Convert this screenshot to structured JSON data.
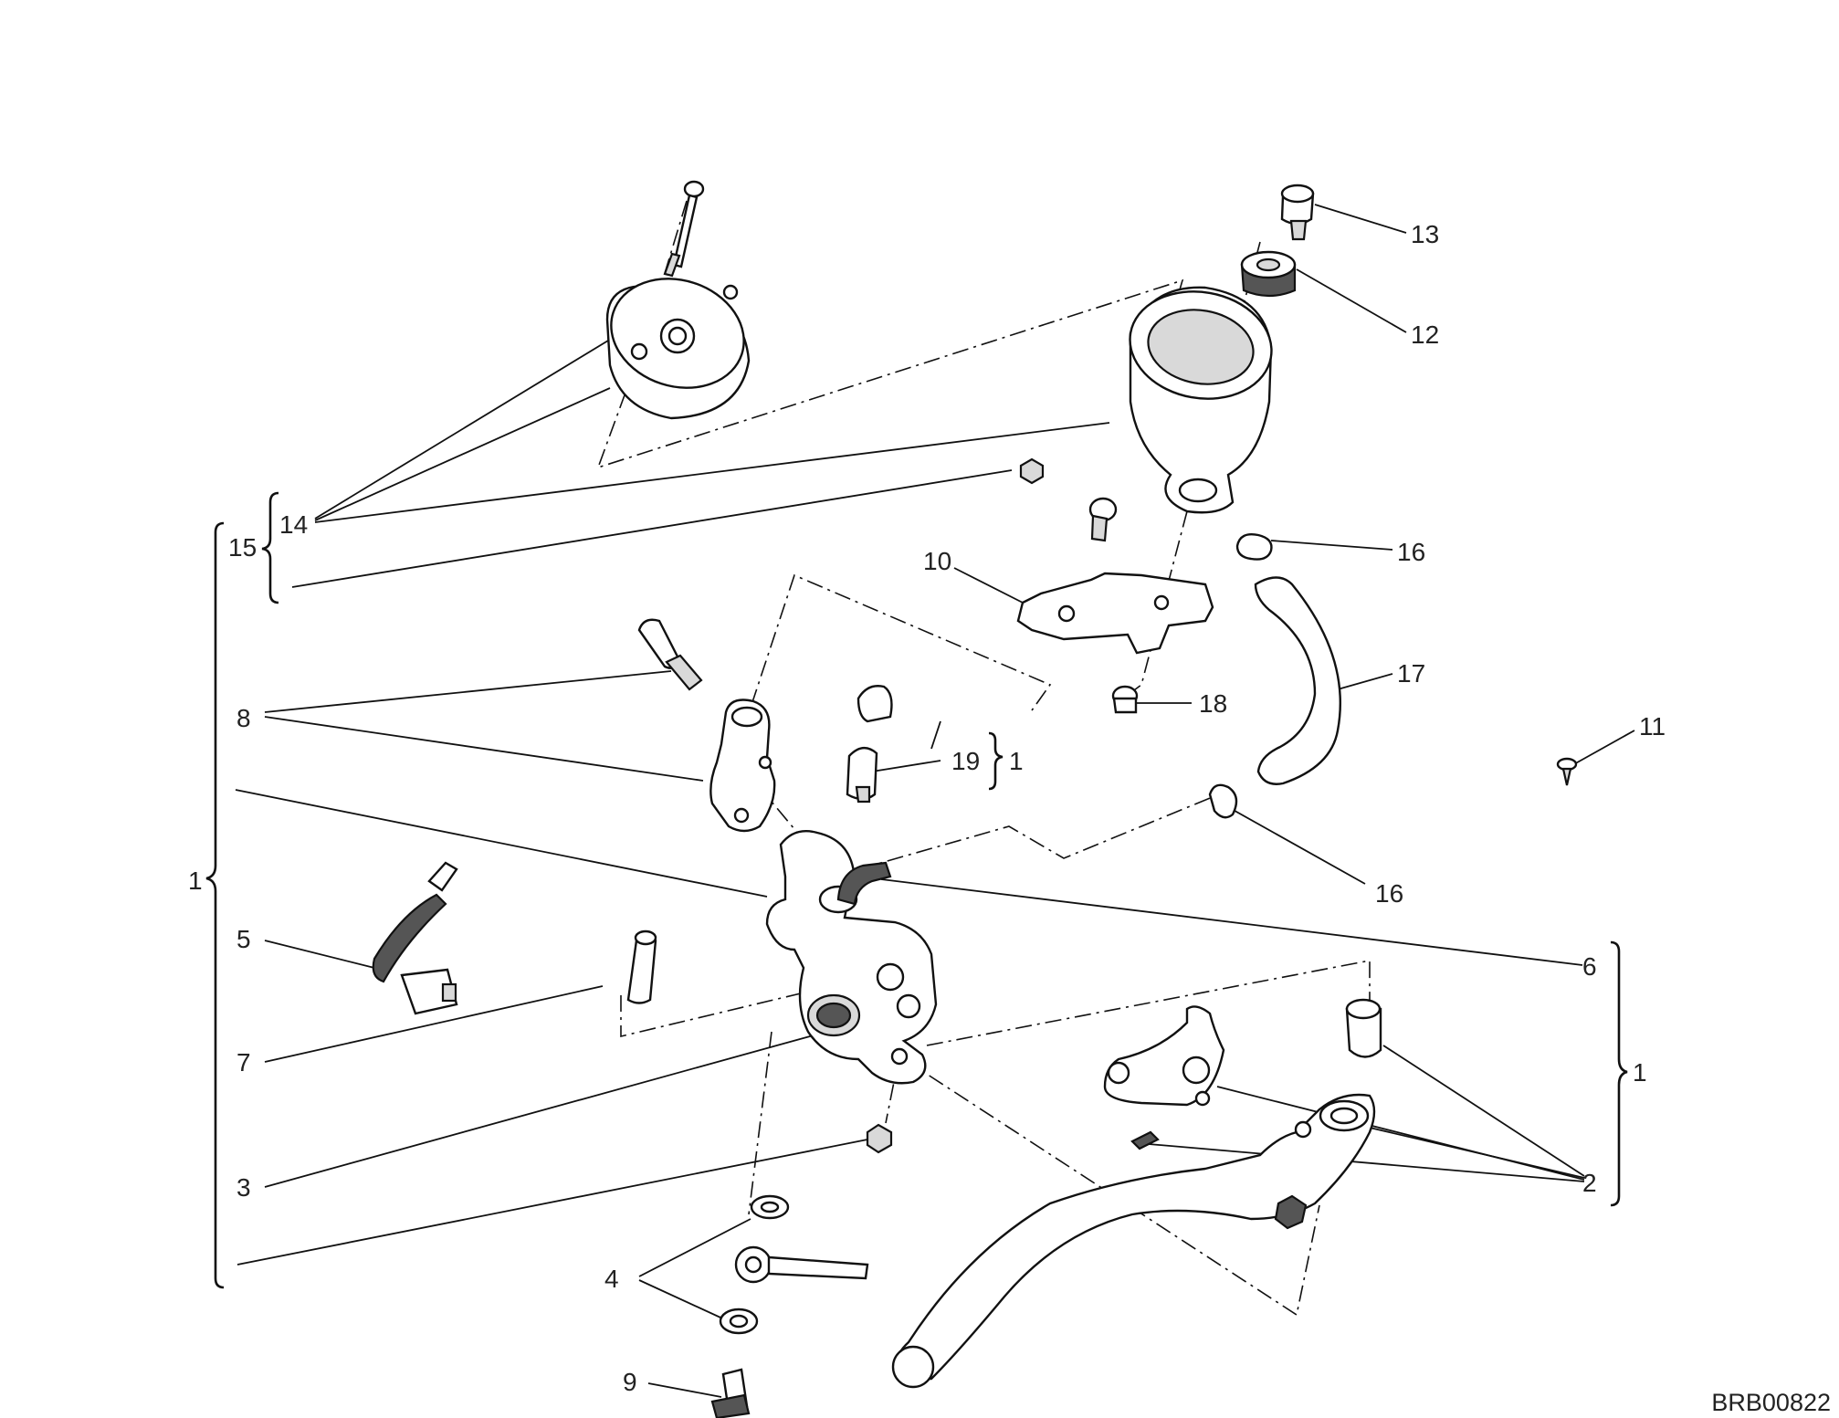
{
  "drawing_code": "BRB00822",
  "callouts": {
    "c1_left": "1",
    "c1_19": "1",
    "c1_right": "1",
    "c2": "2",
    "c3": "3",
    "c4": "4",
    "c5": "5",
    "c6": "6",
    "c7": "7",
    "c8": "8",
    "c9": "9",
    "c10": "10",
    "c11": "11",
    "c12": "12",
    "c13": "13",
    "c14": "14",
    "c15": "15",
    "c16_top": "16",
    "c16_bottom": "16",
    "c17": "17",
    "c18": "18",
    "c19": "19"
  }
}
